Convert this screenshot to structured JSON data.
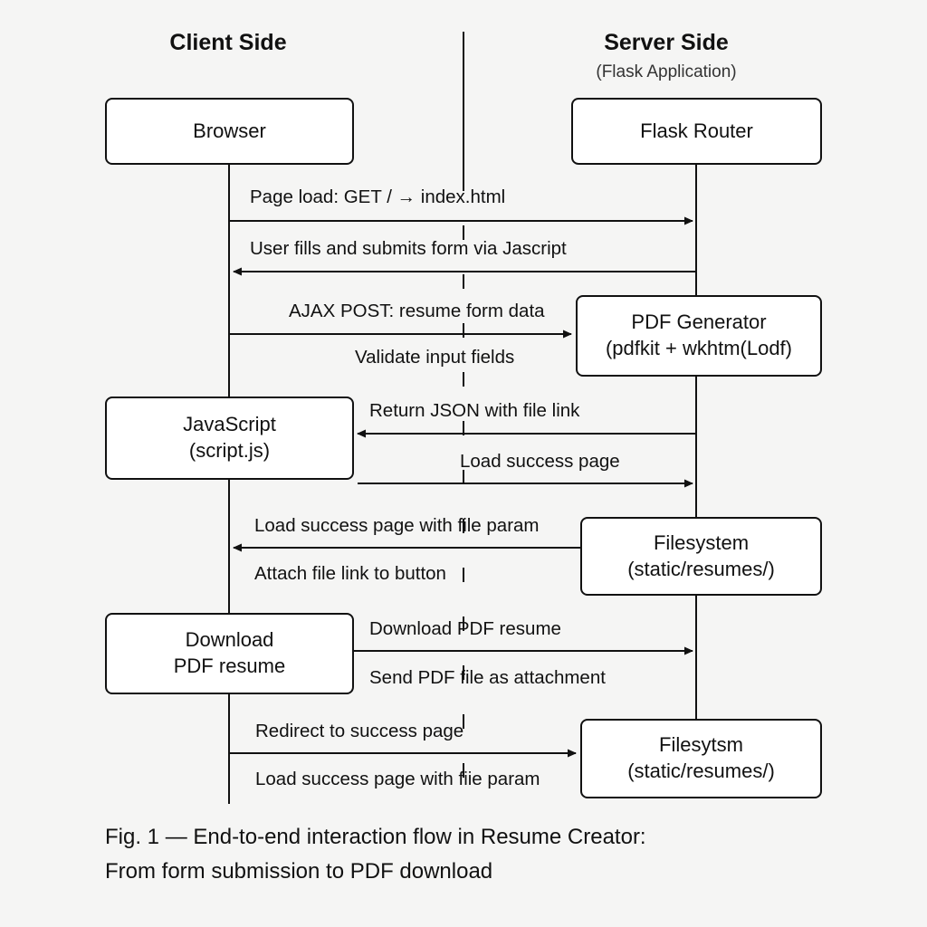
{
  "headings": {
    "client": "Client Side",
    "server": "Server Side",
    "server_sub": "(Flask Application)"
  },
  "boxes": {
    "browser": [
      "Browser"
    ],
    "flask_router": [
      "Flask Router"
    ],
    "pdf_generator": [
      "PDF Generator",
      "(pdfkit + wkhtm(Lodf)"
    ],
    "javascript": [
      "JavaScript",
      "(script.js)"
    ],
    "filesystem_1": [
      "Filesystem",
      "(static/resumes/)"
    ],
    "download_pdf": [
      "Download",
      "PDF resume"
    ],
    "filesystem_2": [
      "Filesytsm",
      "(static/resumes/)"
    ]
  },
  "messages": {
    "page_load": "Page load: GET / → index.html",
    "user_fills": "User fills and submits form via Jascript",
    "ajax_post": "AJAX POST: resume form data",
    "validate": "Validate input fields",
    "return_json": "Return JSON with file link",
    "load_success": "Load success page",
    "load_success_param": "Load success page with file param",
    "attach_link": "Attach file link to button",
    "download_pdf": "Download PDF resume",
    "send_pdf": "Send PDF file as attachment",
    "redirect": "Redirect to success page",
    "load_success_fiie": "Load success page with fiie param"
  },
  "caption": {
    "line1": "Fig. 1 — End-to-end interaction flow in Resume Creator:",
    "line2": "From form submission to PDF download"
  }
}
